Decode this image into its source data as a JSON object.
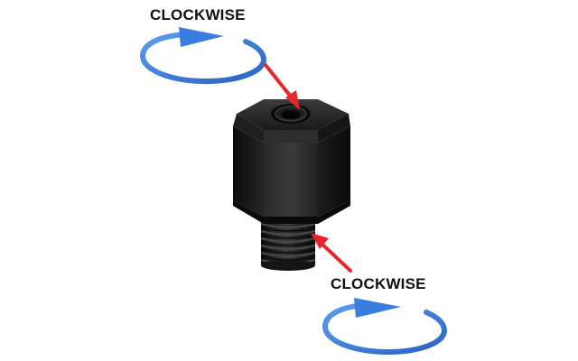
{
  "labels": {
    "top": "CLOCKWISE",
    "bottom": "CLOCKWISE"
  },
  "colors": {
    "label_text": "#111111",
    "arrow_blue": "#3a78d6",
    "pointer_red": "#e5262a",
    "part_body": "#1b1b1b",
    "background": "#ffffff"
  },
  "icons": {
    "top_rotation": "clockwise-arrow-icon",
    "bottom_rotation": "clockwise-arrow-icon",
    "pointers": "red-arrow-icon",
    "product": "hex-thread-adapter"
  }
}
